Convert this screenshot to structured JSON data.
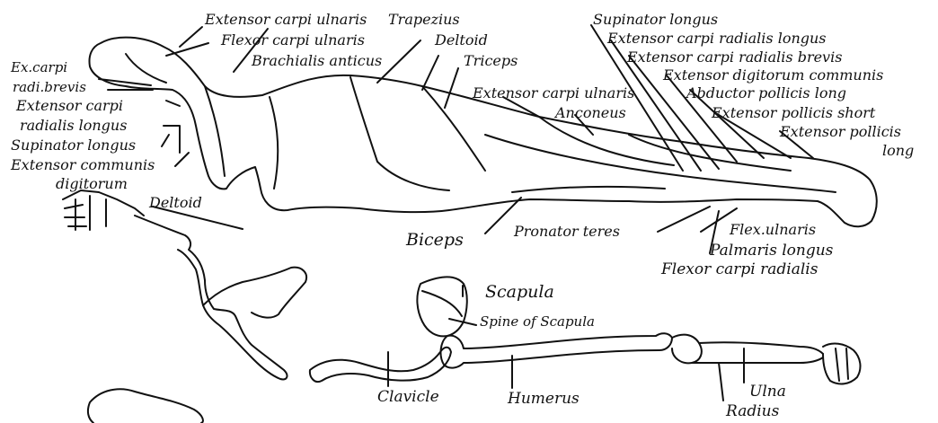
{
  "labels": {
    "extensor_carpi_ulnaris_top": "Extensor carpi ulnaris",
    "trapezius": "Trapezius",
    "flexor_carpi_ulnaris_top": "Flexor carpi ulnaris",
    "deltoid_top": "Deltoid",
    "brachialis_anticus": "Brachialis anticus",
    "triceps": "Triceps",
    "ex_carpi": "Ex.carpi",
    "radi_brevis": "radi.brevis",
    "extensor_carpi_left": "Extensor carpi",
    "radialis_longus_left": "radialis longus",
    "supinator_longus_left": "Supinator longus",
    "extensor_communis": "Extensor communis",
    "digitorum": "digitorum",
    "deltoid_left": "Deltoid",
    "supinator_longus_right": "Supinator longus",
    "ext_carpi_radialis_longus": "Extensor carpi radialis longus",
    "ext_carpi_radialis_brevis": "Extensor carpi radialis brevis",
    "ext_digitorum_communis": "Extensor digitorum communis",
    "abductor_pollicis_long": "Abductor pollicis long",
    "extensor_pollicis_short": "Extensor pollicis short",
    "extensor_pollicis": "Extensor pollicis",
    "long": "long",
    "extensor_carpi_ulnaris_mid": "Extensor carpi ulnaris",
    "anconeus": "Anconeus",
    "biceps": "Biceps",
    "pronator_teres": "Pronator teres",
    "flex_ulnaris": "Flex.ulnaris",
    "palmaris_longus": "Palmaris longus",
    "flexor_carpi_radialis": "Flexor carpi radialis",
    "scapula": "Scapula",
    "spine_of_scapula": "Spine of Scapula",
    "clavicle": "Clavicle",
    "humerus": "Humerus",
    "ulna": "Ulna",
    "radius": "Radius"
  }
}
